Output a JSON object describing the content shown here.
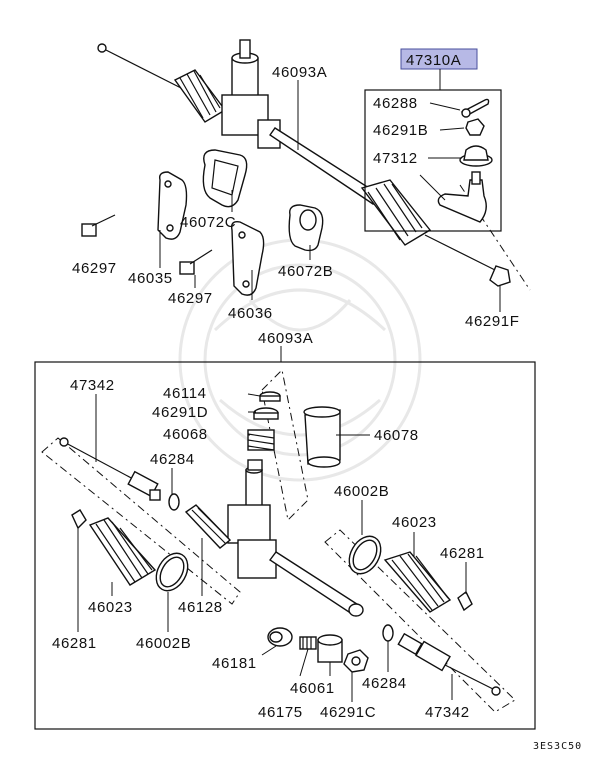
{
  "labels": {
    "l_47310A": "47310A",
    "l_46288": "46288",
    "l_46291B": "46291B",
    "l_47312": "47312",
    "l_46093A_top": "46093A",
    "l_46072C": "46072C",
    "l_46297_a": "46297",
    "l_46035": "46035",
    "l_46297_b": "46297",
    "l_46036": "46036",
    "l_46072B": "46072B",
    "l_46291F": "46291F",
    "l_46093A_mid": "46093A",
    "l_47342_left": "47342",
    "l_46114": "46114",
    "l_46291D": "46291D",
    "l_46068": "46068",
    "l_46078": "46078",
    "l_46284_left": "46284",
    "l_46002B_right": "46002B",
    "l_46023_right": "46023",
    "l_46281_right": "46281",
    "l_46023_left": "46023",
    "l_46128": "46128",
    "l_46281_left": "46281",
    "l_46002B_left": "46002B",
    "l_46181": "46181",
    "l_46061": "46061",
    "l_46284_right": "46284",
    "l_46175": "46175",
    "l_46291C": "46291C",
    "l_47342_right": "47342"
  },
  "diagram_code": "3ES3C50",
  "highlight_color": "#b7b9e6"
}
